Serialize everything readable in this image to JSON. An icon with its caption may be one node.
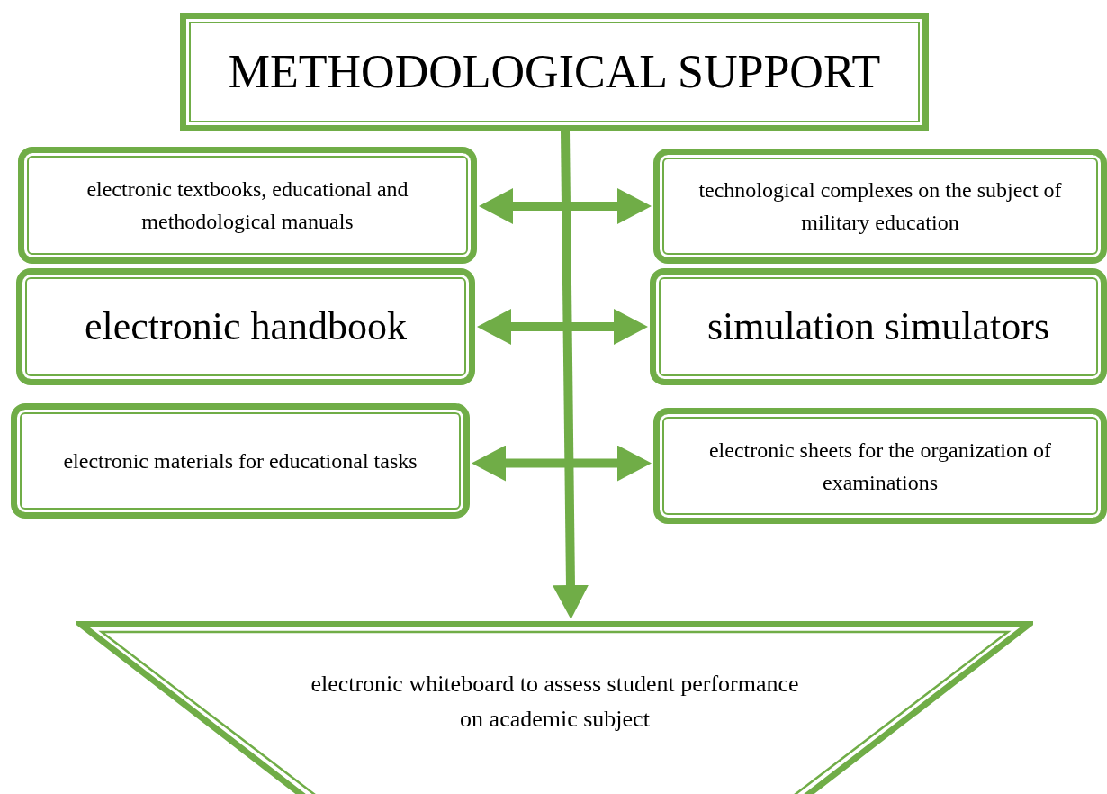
{
  "diagram": {
    "nodes": [
      {
        "text": [
          "METHODOLOGICAL SUPPORT"
        ]
      },
      {
        "text": [
          "electronic textbooks, educational and methodological manuals"
        ]
      },
      {
        "text": [
          "technological complexes on the subject of military education"
        ]
      },
      {
        "text": [
          "electronic handbook"
        ]
      },
      {
        "text": [
          "simulation simulators"
        ]
      },
      {
        "text": [
          "electronic materials for educational tasks"
        ]
      },
      {
        "text": [
          "electronic sheets for the organization of examinations"
        ]
      },
      {
        "text": [
          "electronic whiteboard to assess student performance on academic subject"
        ]
      }
    ],
    "edges": [
      {
        "from": 0,
        "to": 7,
        "arrow": "to"
      },
      {
        "from": 1,
        "to": 2,
        "arrow": "both"
      },
      {
        "from": 3,
        "to": 4,
        "arrow": "both"
      },
      {
        "from": 5,
        "to": 6,
        "arrow": "both"
      }
    ]
  }
}
